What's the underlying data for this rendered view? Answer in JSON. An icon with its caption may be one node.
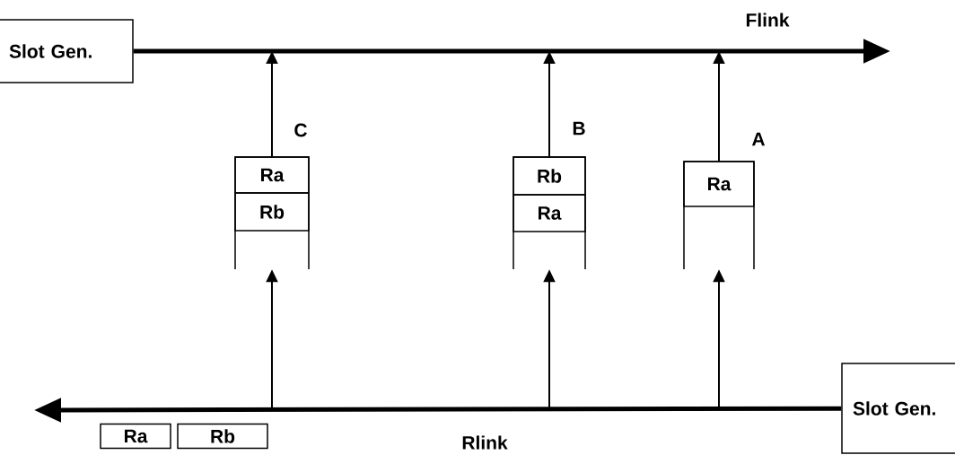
{
  "diagram": {
    "nodes": [
      {
        "text": [
          "Slot Gen."
        ]
      },
      {
        "text": [],
        "shape": "box",
        "beside": [
          "C"
        ]
      },
      {
        "text": [
          "Ra"
        ],
        "in": 1
      },
      {
        "text": [
          "Rb"
        ],
        "in": 1
      },
      {
        "text": [],
        "shape": "box",
        "beside": [
          "B"
        ]
      },
      {
        "text": [
          "Rb"
        ],
        "in": 4
      },
      {
        "text": [
          "Ra"
        ],
        "in": 4
      },
      {
        "text": [],
        "shape": "box",
        "beside": [
          "A"
        ]
      },
      {
        "text": [
          "Ra"
        ],
        "in": 7
      },
      {
        "text": [
          "Slot Gen."
        ]
      },
      {
        "text": [
          "Ra"
        ]
      },
      {
        "text": [
          "Rb"
        ]
      }
    ],
    "edges": [
      {
        "from": 0,
        "to": null,
        "arrow": "to",
        "label": "Flink",
        "style": "thick"
      },
      {
        "from": 1,
        "to": null,
        "arrow": "to"
      },
      {
        "from": 4,
        "to": null,
        "arrow": "to"
      },
      {
        "from": 7,
        "to": null,
        "arrow": "to"
      },
      {
        "from": 9,
        "to": null,
        "arrow": "to",
        "label": "Rlink",
        "style": "thick"
      },
      {
        "from": null,
        "to": 1,
        "arrow": "to"
      },
      {
        "from": null,
        "to": 4,
        "arrow": "to"
      },
      {
        "from": null,
        "to": 7,
        "arrow": "to"
      }
    ]
  }
}
